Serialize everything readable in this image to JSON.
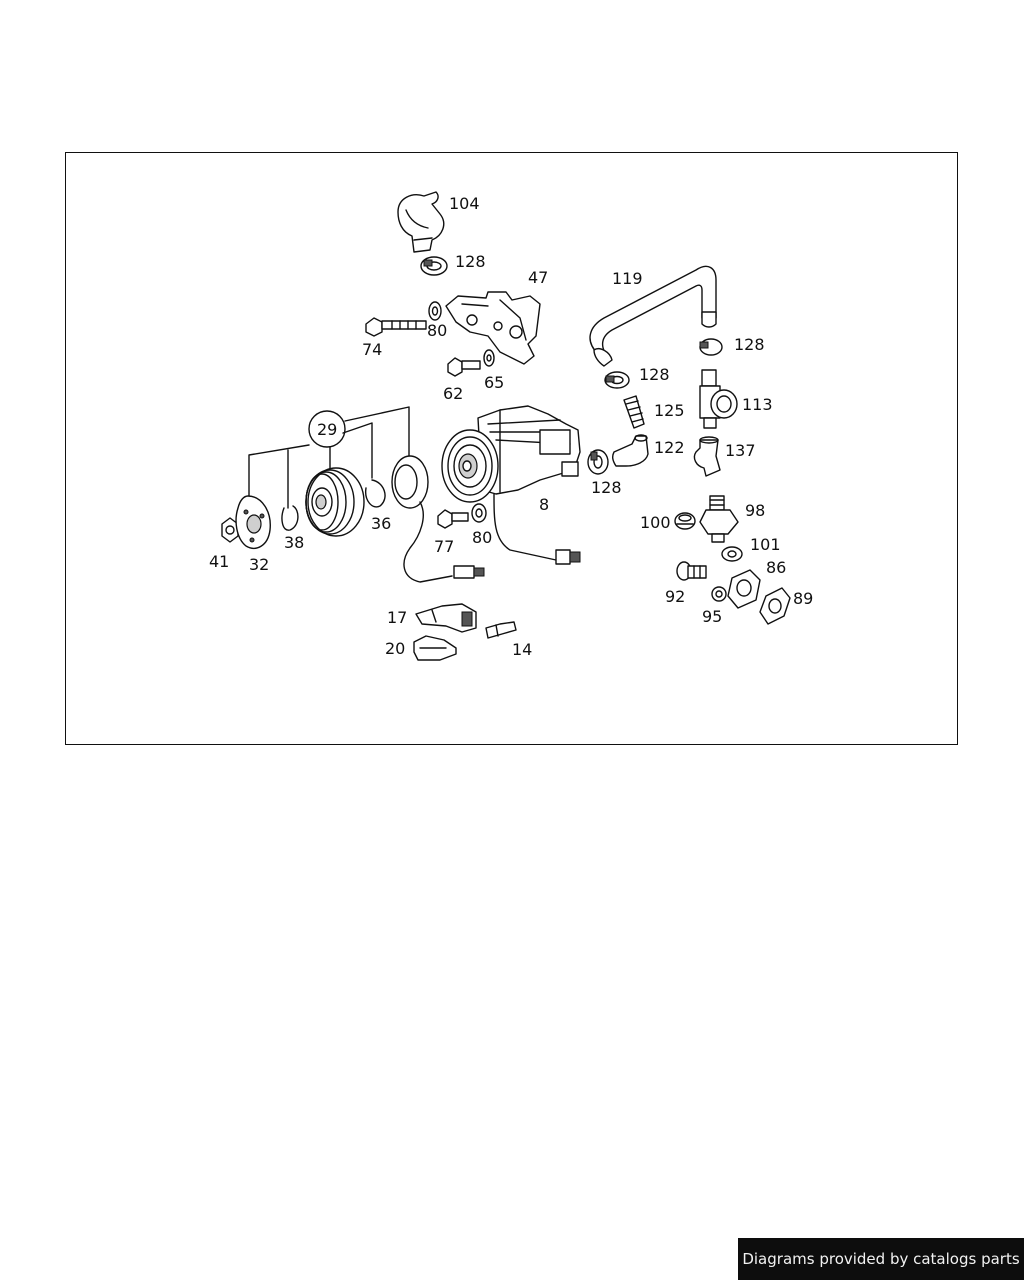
{
  "diagram": {
    "callouts": {
      "p104": "104",
      "p128a": "128",
      "p47": "47",
      "p119": "119",
      "p74": "74",
      "p80a": "80",
      "p62": "62",
      "p65": "65",
      "p128b": "128",
      "p128c": "128",
      "p113": "113",
      "p125": "125",
      "p29": "29",
      "p122": "122",
      "p137": "137",
      "p128d": "128",
      "p8": "8",
      "p98": "98",
      "p100": "100",
      "p101": "101",
      "p41": "41",
      "p32": "32",
      "p38": "38",
      "p36": "36",
      "p77": "77",
      "p80b": "80",
      "p86": "86",
      "p92": "92",
      "p89": "89",
      "p95": "95",
      "p17": "17",
      "p20": "20",
      "p14": "14"
    }
  },
  "footer": {
    "credit": "Diagrams provided by catalogs parts"
  }
}
